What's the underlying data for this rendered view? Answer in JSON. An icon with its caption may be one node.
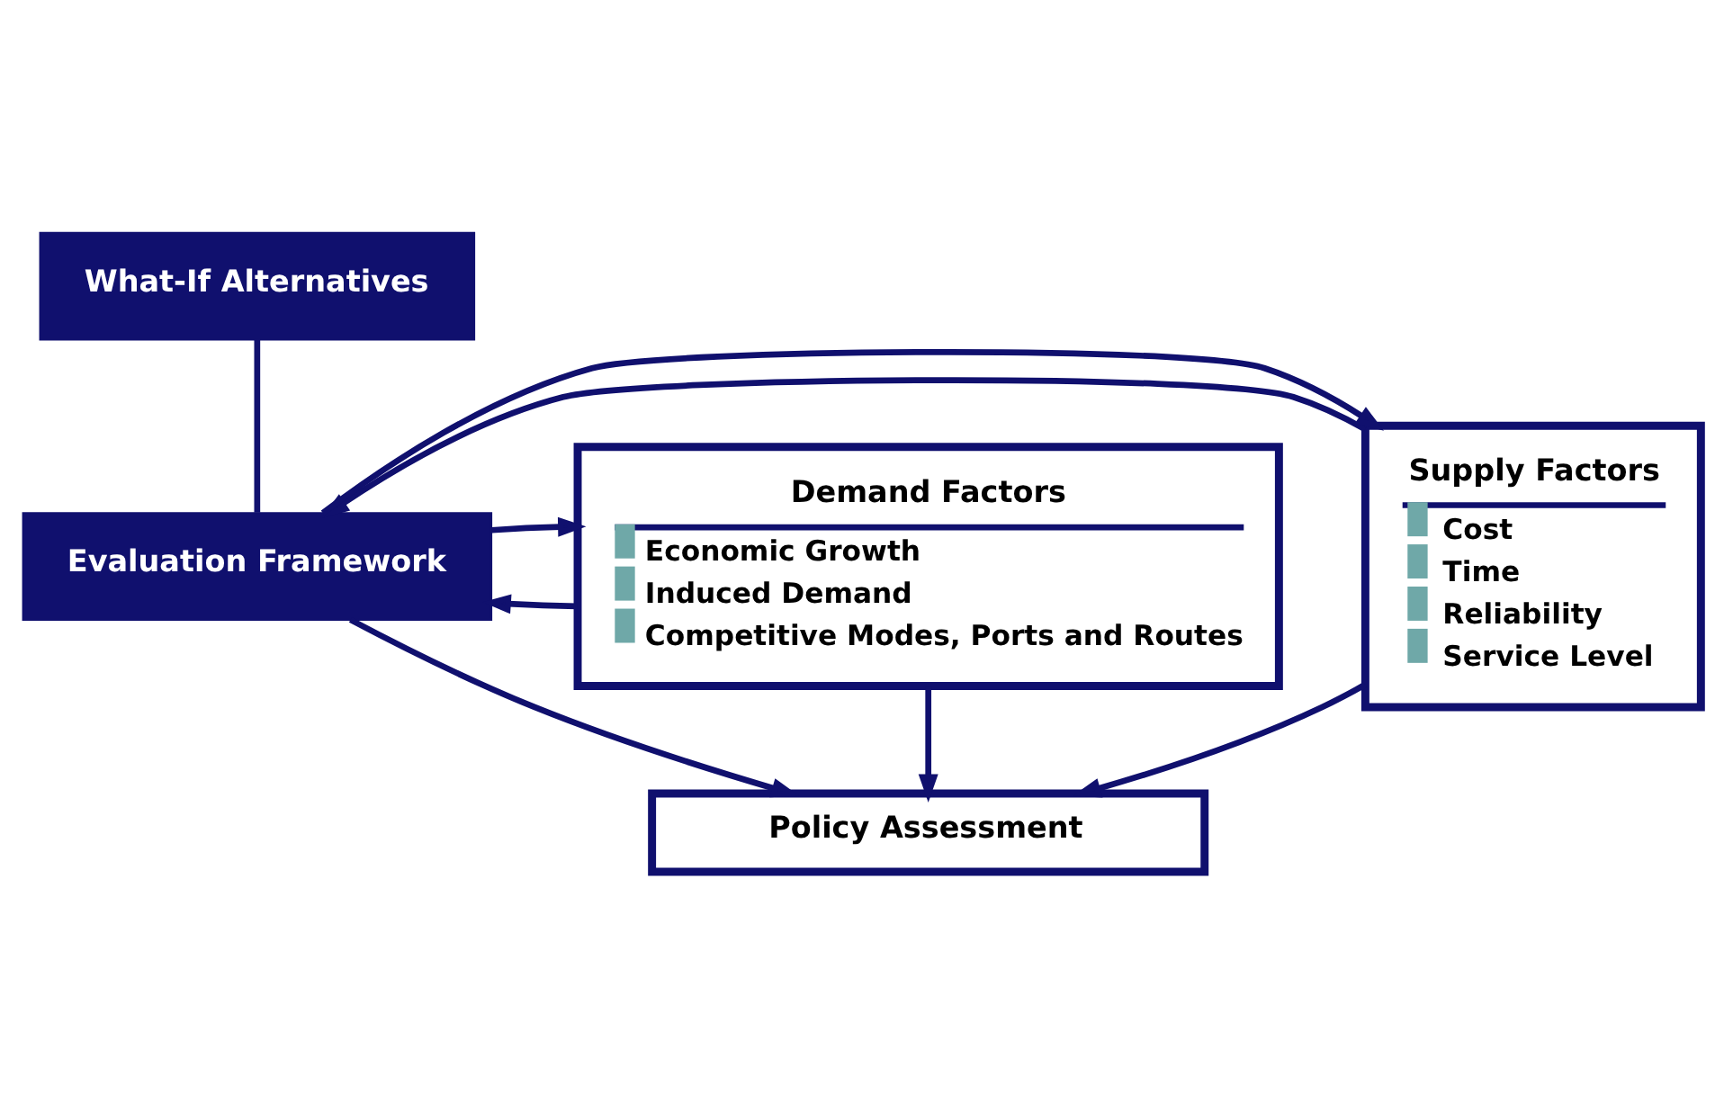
{
  "diagram": {
    "nodes": [
      {
        "text": [
          "What-If Alternatives"
        ]
      },
      {
        "text": [
          "Supply Factors",
          "Cost",
          "Time",
          "Reliability",
          "Service Level"
        ]
      },
      {
        "text": [
          "Evaluation Framework"
        ]
      },
      {
        "text": [
          "Demand Factors",
          "Economic Growth",
          "Induced Demand",
          "Competitive Modes, Ports and Routes"
        ]
      },
      {
        "text": [
          "Policy Assessment"
        ]
      }
    ],
    "edges": [
      {
        "from": 0,
        "to": 2,
        "arrow": "none"
      },
      {
        "from": 1,
        "to": 2,
        "arrow": "to"
      },
      {
        "from": 2,
        "to": 1,
        "arrow": "to"
      },
      {
        "from": 3,
        "to": 2,
        "arrow": "to"
      },
      {
        "from": 2,
        "to": 3,
        "arrow": "to"
      },
      {
        "from": 2,
        "to": 4,
        "arrow": "to"
      },
      {
        "from": 1,
        "to": 4,
        "arrow": "to"
      },
      {
        "from": 3,
        "to": 4,
        "arrow": "to"
      }
    ]
  }
}
